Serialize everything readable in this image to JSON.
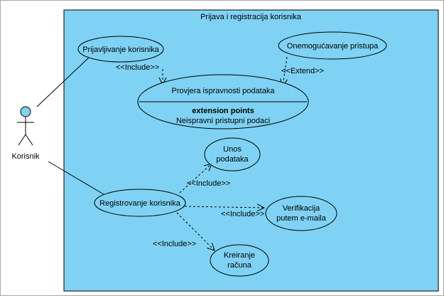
{
  "system": {
    "title": "Prijava i registracija korisnika"
  },
  "actor": {
    "name": "Korisnik"
  },
  "use_cases": {
    "login": "Prijavljivanje korisnika",
    "block": "Onemogućavanje pristupa",
    "check": {
      "name": "Provjera ispravnosti podataka",
      "ext_header": "extension points",
      "ext_point": "Neispravni pristupni podaci"
    },
    "register": "Registrovanje korisnika",
    "enter_data": [
      "Unos",
      "podataka"
    ],
    "verify": [
      "Verifikacija",
      "putem e-maila"
    ],
    "create": [
      "Kreiranje",
      "računa"
    ]
  },
  "relations": {
    "include": "<<Include>>",
    "extend": "<<Extend>>"
  },
  "colors": {
    "system_fill": "#7fd2f3",
    "usecase_fill": "#7fd2f3",
    "actor_head": "#7fd2f3",
    "stroke": "#000000",
    "frame": "#a9a9a9"
  }
}
